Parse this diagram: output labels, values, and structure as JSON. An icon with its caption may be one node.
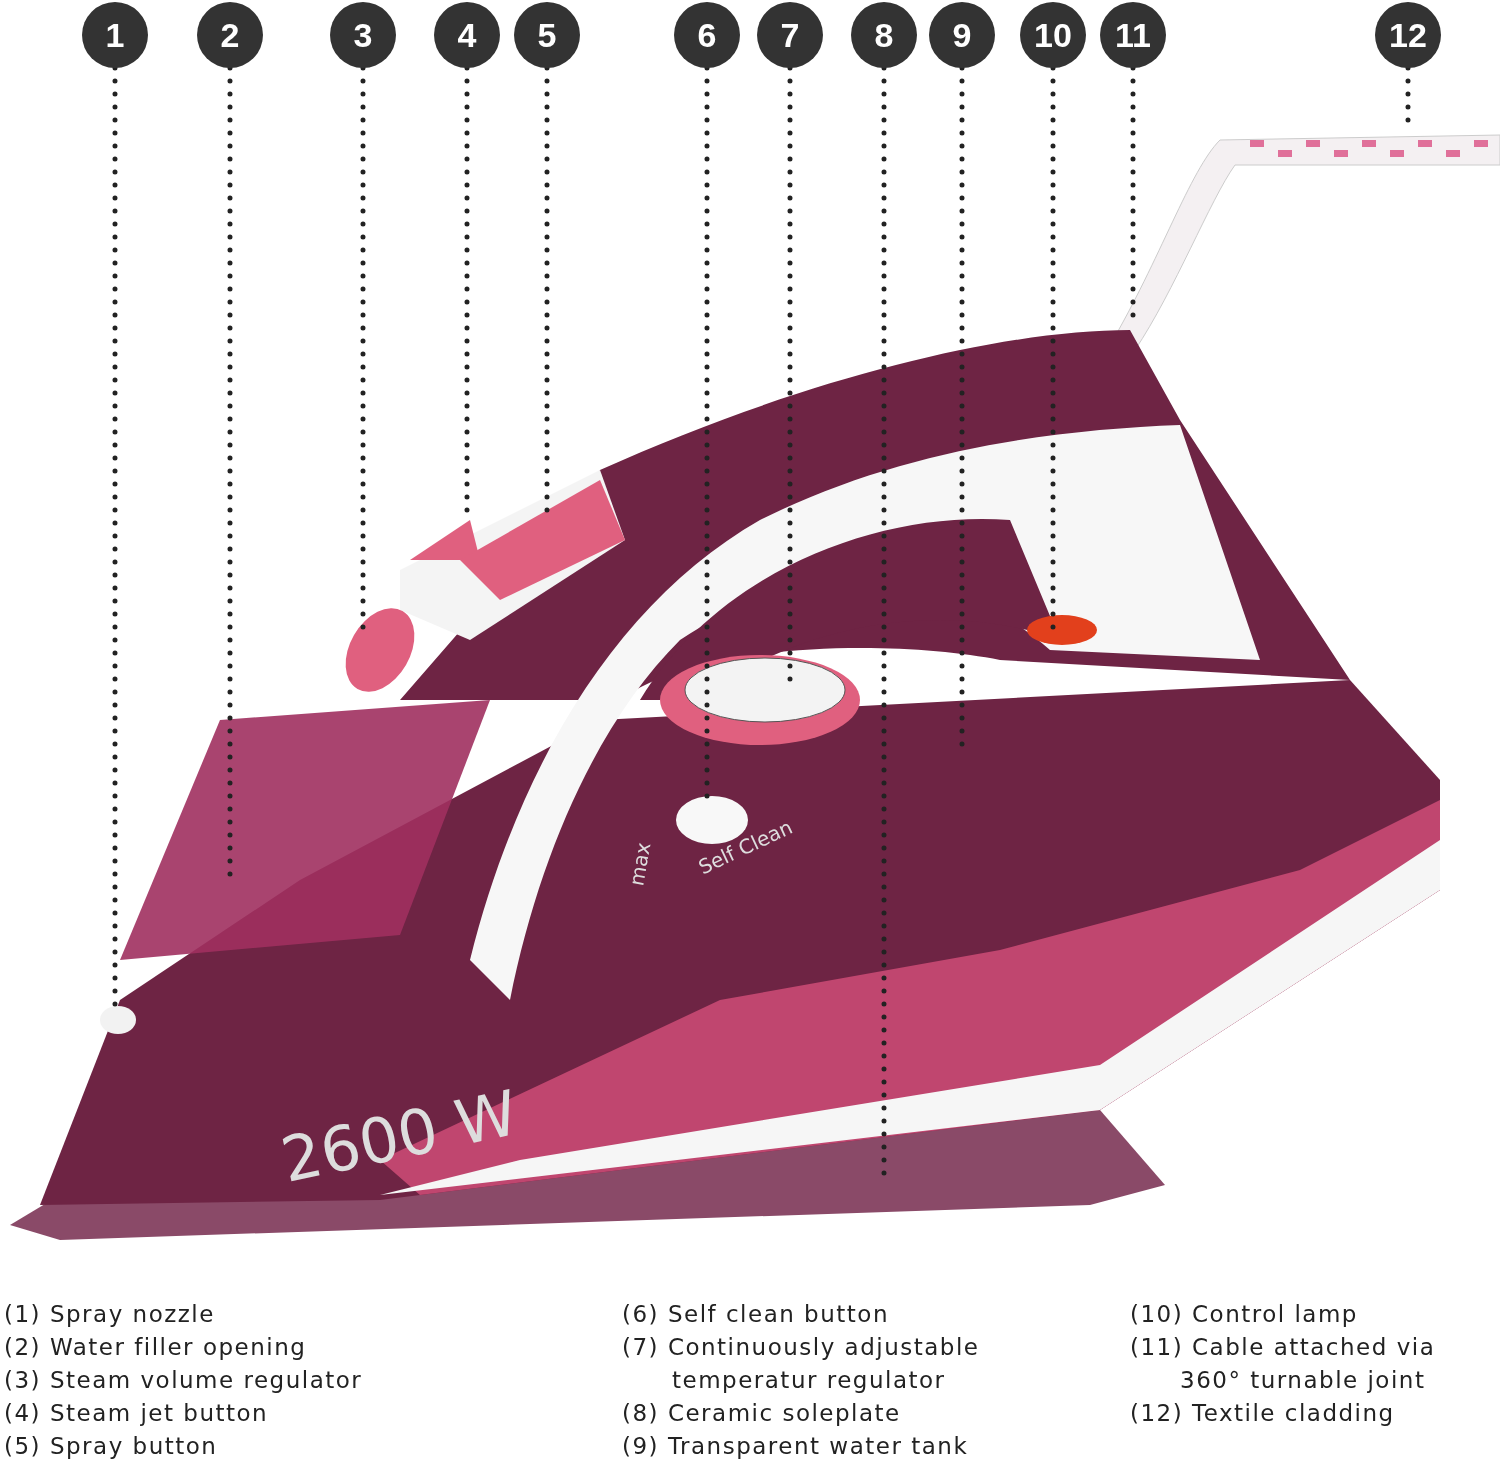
{
  "diagram": {
    "nodes": [
      {
        "text": [
          "1"
        ]
      },
      {
        "text": [
          "2"
        ]
      },
      {
        "text": [
          "3"
        ]
      },
      {
        "text": [
          "4"
        ]
      },
      {
        "text": [
          "5"
        ]
      },
      {
        "text": [
          "6"
        ]
      },
      {
        "text": [
          "7"
        ]
      },
      {
        "text": [
          "8"
        ]
      },
      {
        "text": [
          "9"
        ]
      },
      {
        "text": [
          "10"
        ]
      },
      {
        "text": [
          "11"
        ]
      },
      {
        "text": [
          "12"
        ]
      }
    ],
    "edges": [
      {
        "from": 0,
        "to": null,
        "arrow": "none",
        "style": "dashed"
      },
      {
        "from": 1,
        "to": null,
        "arrow": "none",
        "style": "dashed"
      },
      {
        "from": 2,
        "to": null,
        "arrow": "none",
        "style": "dashed"
      },
      {
        "from": 3,
        "to": null,
        "arrow": "none",
        "style": "dashed"
      },
      {
        "from": 4,
        "to": null,
        "arrow": "none",
        "style": "dashed"
      },
      {
        "from": 5,
        "to": null,
        "arrow": "none",
        "style": "dashed"
      },
      {
        "from": 6,
        "to": null,
        "arrow": "none",
        "style": "dashed"
      },
      {
        "from": 7,
        "to": null,
        "arrow": "none",
        "style": "dashed"
      },
      {
        "from": 8,
        "to": null,
        "arrow": "none",
        "style": "dashed"
      },
      {
        "from": 9,
        "to": null,
        "arrow": "none",
        "style": "dashed"
      },
      {
        "from": 10,
        "to": null,
        "arrow": "none",
        "style": "dashed"
      },
      {
        "from": 11,
        "to": null,
        "arrow": "none",
        "style": "dashed"
      }
    ],
    "labels": [
      "max",
      "Self Clean",
      "2600 W",
      "(1) Spray nozzle",
      "(2) Water filler opening",
      "(3) Steam volume regulator",
      "(4) Steam jet button",
      "(5) Spray button",
      "(6) Self clean button",
      "(7) Continuously adjustable temperatur regulator",
      "(8) Ceramic soleplate",
      "(9) Transparent water tank",
      "(10) Control lamp",
      "(11) Cable attached via 360° turnable joint",
      "(12) Textile cladding"
    ]
  }
}
